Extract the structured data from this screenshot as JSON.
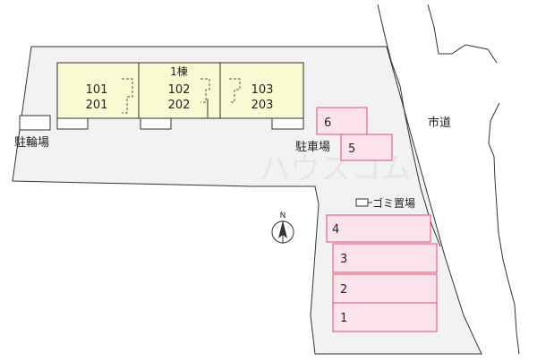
{
  "building": {
    "label": "1棟",
    "units": [
      {
        "upper": "101",
        "lower": "201"
      },
      {
        "upper": "102",
        "lower": "202"
      },
      {
        "upper": "103",
        "lower": "203"
      }
    ]
  },
  "labels": {
    "bicycle_parking": "駐輪場",
    "car_parking": "駐車場",
    "garbage": "ゴミ置場",
    "city_road": "市道",
    "north": "N",
    "watermark": "ハウスコム"
  },
  "parking_spaces": [
    "6",
    "5",
    "4",
    "3",
    "2",
    "1"
  ],
  "colors": {
    "lot_fill": "#f2f2f2",
    "building_fill": "#fafad2",
    "parking_fill": "#fde4ec",
    "parking_stroke": "#e0506e",
    "line": "#333333"
  }
}
